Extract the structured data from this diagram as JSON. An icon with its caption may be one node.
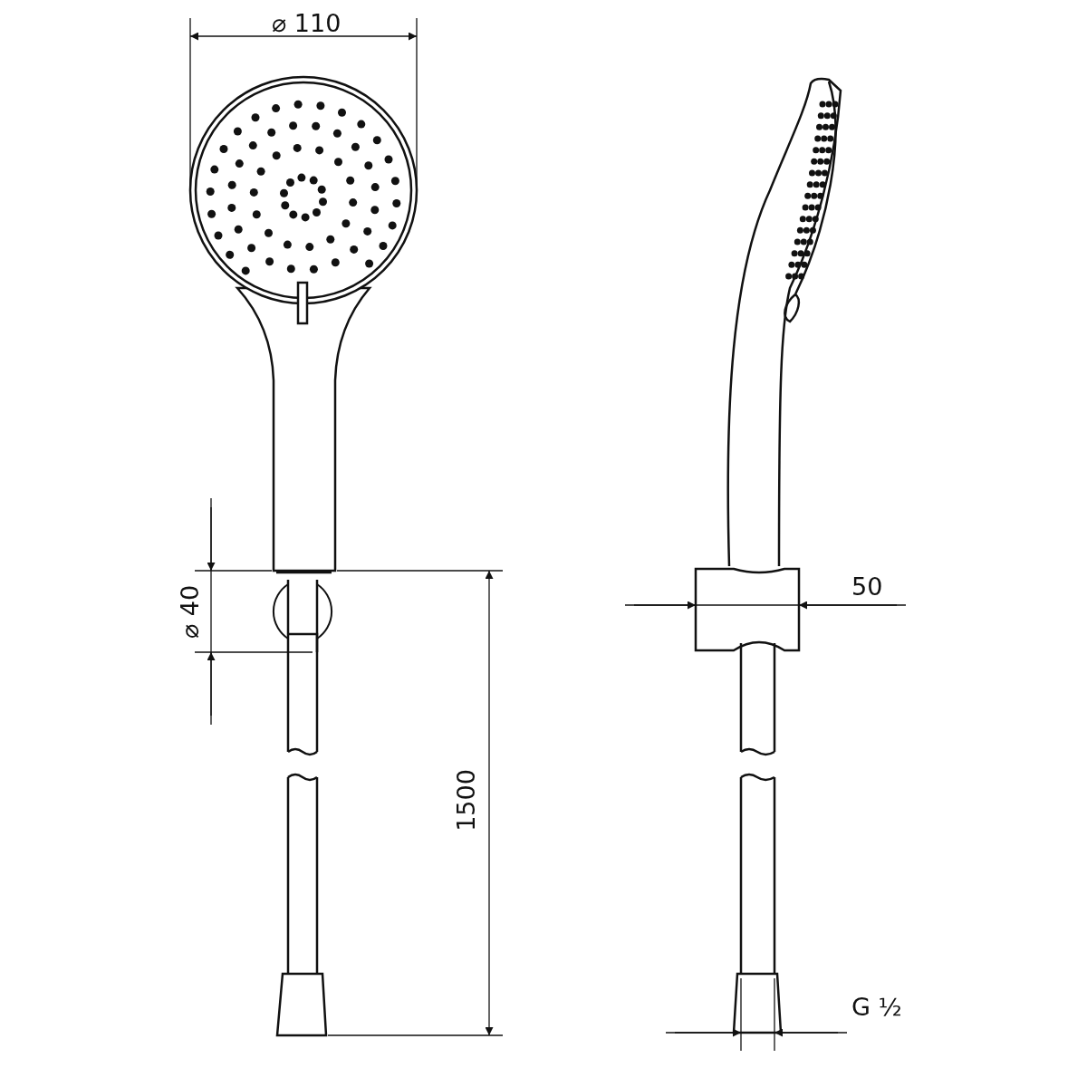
{
  "diagram": {
    "labels": [
      "⌀ 110",
      "50",
      "⌀ 40",
      "1500",
      "G ½"
    ]
  }
}
